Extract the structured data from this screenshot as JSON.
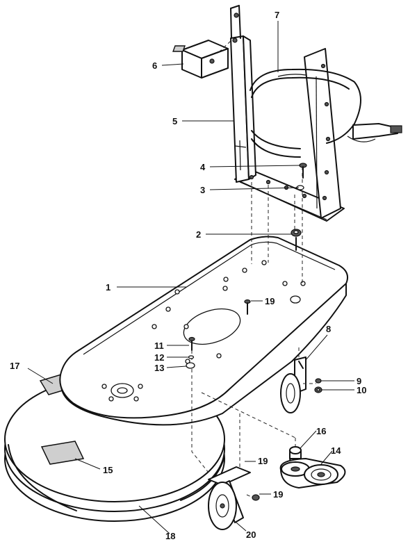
{
  "callouts": [
    {
      "id": "c1",
      "label": "1"
    },
    {
      "id": "c2",
      "label": "2"
    },
    {
      "id": "c3",
      "label": "3"
    },
    {
      "id": "c4",
      "label": "4"
    },
    {
      "id": "c5",
      "label": "5"
    },
    {
      "id": "c6",
      "label": "6"
    },
    {
      "id": "c7",
      "label": "7"
    },
    {
      "id": "c8",
      "label": "8"
    },
    {
      "id": "c9",
      "label": "9"
    },
    {
      "id": "c10",
      "label": "10"
    },
    {
      "id": "c11",
      "label": "11"
    },
    {
      "id": "c12",
      "label": "12"
    },
    {
      "id": "c13",
      "label": "13"
    },
    {
      "id": "c14",
      "label": "14"
    },
    {
      "id": "c15",
      "label": "15"
    },
    {
      "id": "c16",
      "label": "16"
    },
    {
      "id": "c17",
      "label": "17"
    },
    {
      "id": "c18",
      "label": "18"
    },
    {
      "id": "c19a",
      "label": "19"
    },
    {
      "id": "c19b",
      "label": "19"
    },
    {
      "id": "c19c",
      "label": "19"
    },
    {
      "id": "c20",
      "label": "20"
    }
  ]
}
